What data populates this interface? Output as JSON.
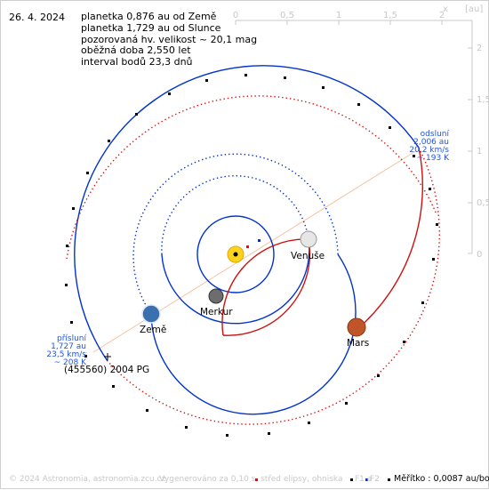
{
  "date": "26. 4. 2024",
  "info": {
    "line1": "planetka 0,876 au od Země",
    "line2": "planetka 1,729 au od Slunce",
    "line3": "pozorovaná hv. velikost ~ 20,1 mag",
    "line4": "oběžná doba 2,550 let",
    "line5": "interval bodů 23,3 dnů"
  },
  "axes": {
    "x_unit": "x",
    "y_unit": "[au]",
    "x_ticks": [
      "0",
      "0,5",
      "1",
      "1,5",
      "2"
    ],
    "y_ticks": [
      "2",
      "1,5",
      "1",
      "0,5",
      "0"
    ]
  },
  "labels": {
    "venus": "Venuše",
    "mercury": "Merkur",
    "earth": "Země",
    "mars": "Mars",
    "asteroid": "(455560) 2004 PG"
  },
  "aphelion": {
    "title": "odsluní",
    "distance": "2,006 au",
    "speed": "20,2 km/s",
    "temp": "~ 193 K"
  },
  "perihelion": {
    "title": "přísluní",
    "distance": "1,727 au",
    "speed": "23,5 km/s",
    "temp": "~ 208 K"
  },
  "footer": {
    "copyright": "© 2024 Astronomia, astronomia.zcu.cz",
    "generated": "Vygenerováno za 0,10 s",
    "center": "střed elipsy, ohniska",
    "f1": "F1 a",
    "f2": "F2",
    "scale": "Měřítko : 0,0087 au/bod"
  },
  "colors": {
    "sun": "#ffd21e",
    "asteroid_orbit_near": "#dd1111",
    "asteroid_orbit_far": "#0033cc",
    "aphelion_text": "#2255dd",
    "apsis_line": "#f5c2a0",
    "axis": "#c8c8c8"
  }
}
